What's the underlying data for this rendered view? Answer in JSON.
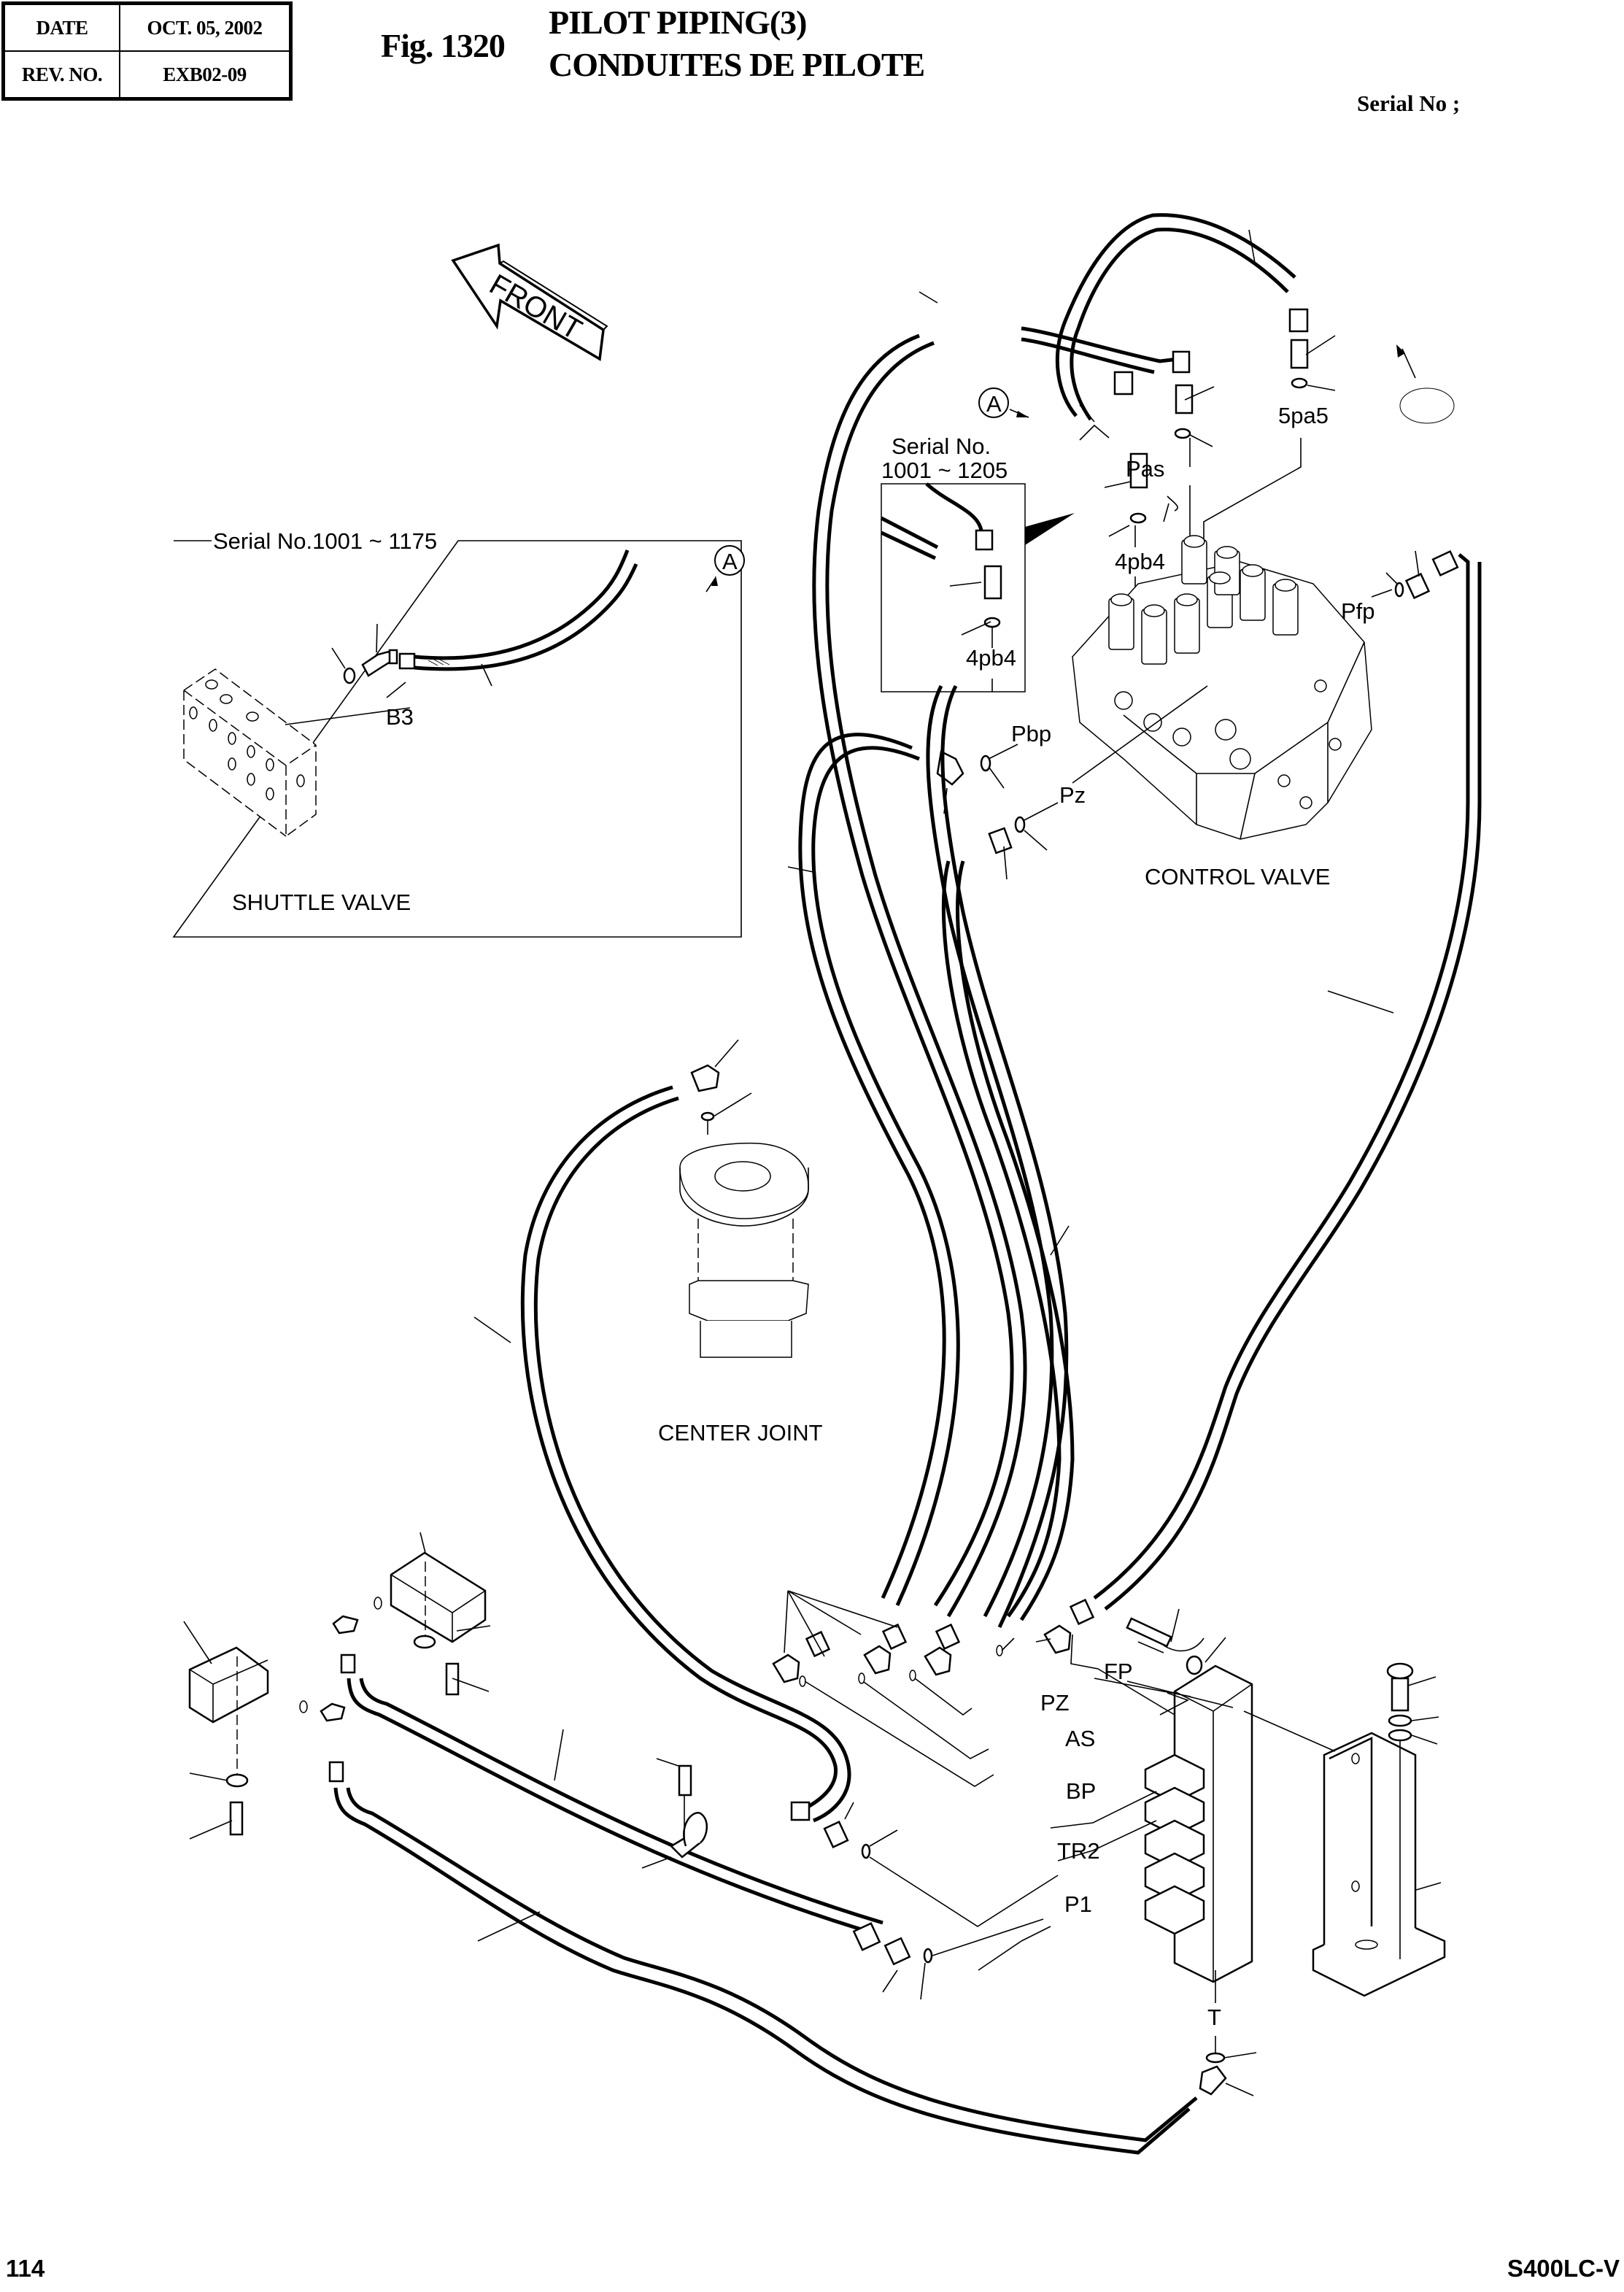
{
  "header": {
    "date_label": "DATE",
    "date_value": "OCT. 05, 2002",
    "rev_label": "REV. NO.",
    "rev_value": "EXB02-09",
    "figure_number": "Fig. 1320",
    "title_en": "PILOT PIPING(3)",
    "title_fr": "CONDUITES DE PILOTE",
    "serial_label": "Serial No ;"
  },
  "diagram": {
    "front_arrow_label": "FRONT",
    "detail_ref": "A",
    "inset_shuttle": {
      "serial_range": "Serial No.1001 ~ 1175",
      "port_label": "B3",
      "component_label": "SHUTTLE VALVE",
      "ref": "A"
    },
    "inset_control": {
      "serial_line1": "Serial No.",
      "serial_line2": "1001 ~ 1205",
      "port_label": "4pb4"
    },
    "control_valve": {
      "component_label": "CONTROL VALVE",
      "ports": [
        "5pa5",
        "Pas",
        "4pb4",
        "Pfp",
        "Pbp",
        "Pz"
      ]
    },
    "center_joint": {
      "component_label": "CENTER JOINT"
    },
    "manifold": {
      "ports": [
        "FP",
        "PZ",
        "AS",
        "BP",
        "TR2",
        "P1",
        "T"
      ]
    }
  },
  "footer": {
    "page_number": "114",
    "model": "S400LC-V"
  }
}
